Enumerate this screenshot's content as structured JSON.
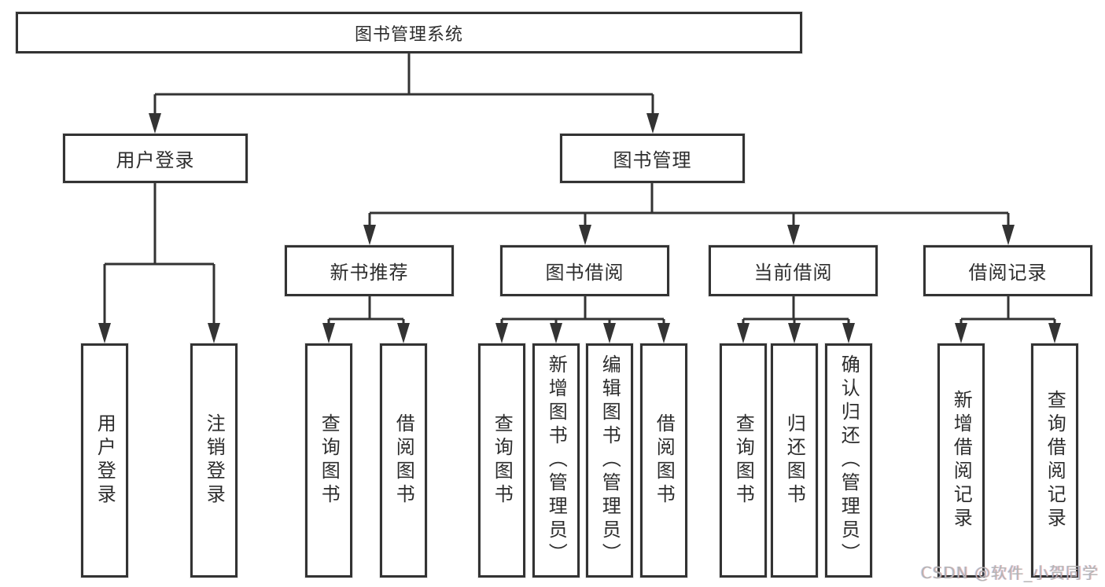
{
  "diagram": {
    "watermark": "CSDN @软件_小贺同学",
    "colors": {
      "line": "#333333",
      "text": "#2d2d2d",
      "box_bg": "#ffffff",
      "watermark": "#b4b4b4"
    },
    "tree": {
      "label": "图书管理系统",
      "children": [
        {
          "label": "用户登录",
          "children": [
            {
              "label": "用户登录"
            },
            {
              "label": "注销登录"
            }
          ]
        },
        {
          "label": "图书管理",
          "children": [
            {
              "label": "新书推荐",
              "children": [
                {
                  "label": "查询图书"
                },
                {
                  "label": "借阅图书"
                }
              ]
            },
            {
              "label": "图书借阅",
              "children": [
                {
                  "label": "查询图书"
                },
                {
                  "label": "新增图书（管理员）"
                },
                {
                  "label": "编辑图书（管理员）"
                },
                {
                  "label": "借阅图书"
                }
              ]
            },
            {
              "label": "当前借阅",
              "children": [
                {
                  "label": "查询图书"
                },
                {
                  "label": "归还图书"
                },
                {
                  "label": "确认归还（管理员）"
                }
              ]
            },
            {
              "label": "借阅记录",
              "children": [
                {
                  "label": "新增借阅记录"
                },
                {
                  "label": "查询借阅记录"
                }
              ]
            }
          ]
        }
      ]
    }
  }
}
